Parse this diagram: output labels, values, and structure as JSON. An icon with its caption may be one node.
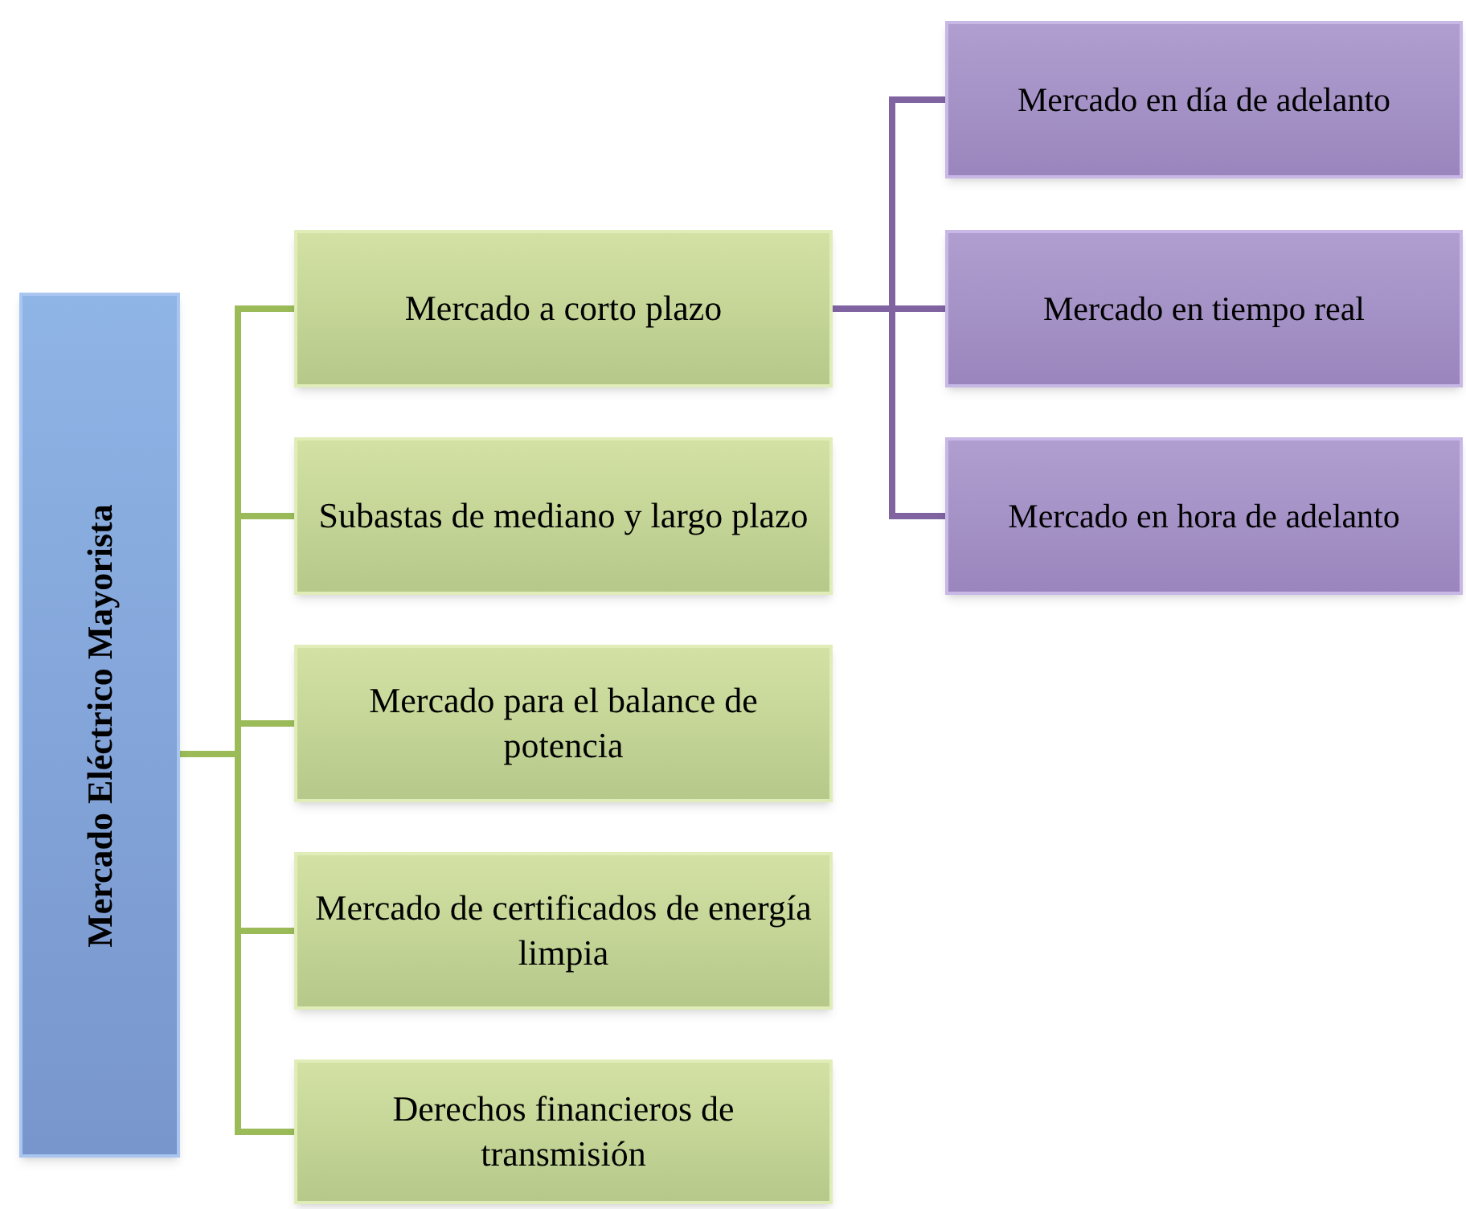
{
  "diagram": {
    "nodes": [
      {
        "text": [
          "Mercado Eléctrico Mayorista"
        ]
      },
      {
        "text": [
          "Mercado a corto plazo"
        ]
      },
      {
        "text": [
          "Subastas de mediano y largo plazo"
        ]
      },
      {
        "text": [
          "Mercado para el balance de potencia"
        ]
      },
      {
        "text": [
          "Mercado de certificados de energía limpia"
        ]
      },
      {
        "text": [
          "Derechos financieros de transmisión"
        ]
      },
      {
        "text": [
          "Mercado en día de adelanto"
        ]
      },
      {
        "text": [
          "Mercado en tiempo real"
        ]
      },
      {
        "text": [
          "Mercado en hora de adelanto"
        ]
      }
    ],
    "edges": [
      {
        "from": 0,
        "to": 1,
        "arrow": "none"
      },
      {
        "from": 0,
        "to": 2,
        "arrow": "none"
      },
      {
        "from": 0,
        "to": 3,
        "arrow": "none"
      },
      {
        "from": 0,
        "to": 4,
        "arrow": "none"
      },
      {
        "from": 0,
        "to": 5,
        "arrow": "none"
      },
      {
        "from": 1,
        "to": 6,
        "arrow": "none",
        "color": "#8064a2"
      },
      {
        "from": 1,
        "to": 7,
        "arrow": "none",
        "color": "#8064a2"
      },
      {
        "from": 1,
        "to": 8,
        "arrow": "none",
        "color": "#8064a2"
      }
    ]
  }
}
